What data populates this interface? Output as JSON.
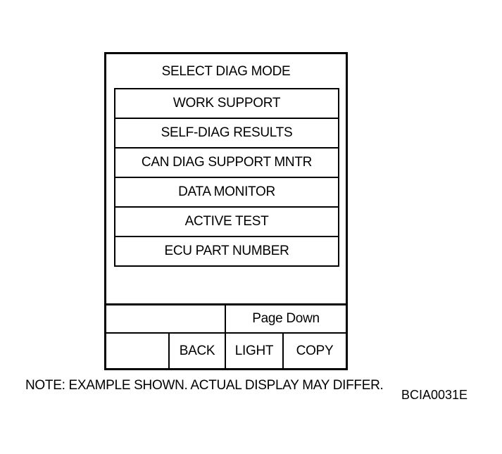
{
  "screen": {
    "title": "SELECT DIAG MODE",
    "menu_items": [
      "WORK SUPPORT",
      "SELF-DIAG RESULTS",
      "CAN DIAG SUPPORT MNTR",
      "DATA MONITOR",
      "ACTIVE TEST",
      "ECU PART NUMBER"
    ],
    "page_down_label": "Page Down",
    "back_label": "BACK",
    "light_label": "LIGHT",
    "copy_label": "COPY"
  },
  "footer": {
    "note": "NOTE: EXAMPLE SHOWN. ACTUAL DISPLAY MAY DIFFER.",
    "figure_code": "BCIA0031E"
  }
}
